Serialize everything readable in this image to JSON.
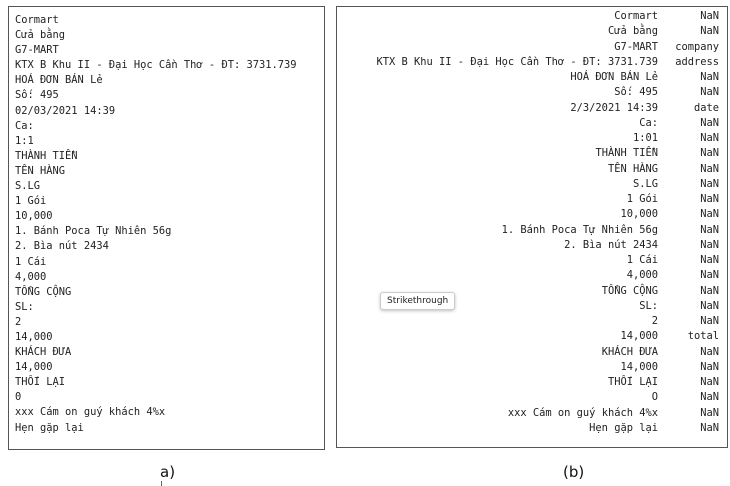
{
  "panel_a": {
    "lines": [
      "Cormart",
      "Cửa bằng",
      "G7-MART",
      "KTX B Khu II - Đại Học Cần Thơ - ĐT: 3731.739",
      "HOÁ ĐƠN BÁN Lẻ",
      "Số: 495",
      "02/03/2021 14:39",
      "Ca:",
      "1:1",
      "THÀNH TIỀN",
      "TÊN HÀNG",
      "S.LG",
      "1 Gói",
      "10,000",
      "1. Bánh Poca Tự Nhiên 56g",
      "2. Bìa nút 2434",
      "1 Cái",
      "4,000",
      "TỔNG CỘNG",
      "SL:",
      "2",
      "14,000",
      "KHÁCH ĐƯA",
      "14,000",
      "THỐI LẠI",
      "0",
      "xxx Cám on guý khách 4%x",
      "Hẹn gặp lại"
    ]
  },
  "panel_b": {
    "rows": [
      {
        "text": "Cormart",
        "label": "NaN"
      },
      {
        "text": "Cửa bằng",
        "label": "NaN"
      },
      {
        "text": "G7-MART",
        "label": "company"
      },
      {
        "text": "KTX B Khu II - Đại Học Cần Thơ - ĐT: 3731.739",
        "label": "address"
      },
      {
        "text": "HOÁ ĐƠN BÁN Lẻ",
        "label": "NaN"
      },
      {
        "text": "Số: 495",
        "label": "NaN"
      },
      {
        "text": "2/3/2021 14:39",
        "label": "date"
      },
      {
        "text": "Ca:",
        "label": "NaN"
      },
      {
        "text": "1:01",
        "label": "NaN"
      },
      {
        "text": "THÀNH TIỀN",
        "label": "NaN"
      },
      {
        "text": "TÊN HÀNG",
        "label": "NaN"
      },
      {
        "text": "S.LG",
        "label": "NaN"
      },
      {
        "text": "1 Gói",
        "label": "NaN"
      },
      {
        "text": "10,000",
        "label": "NaN"
      },
      {
        "text": "1. Bánh Poca Tự Nhiên 56g",
        "label": "NaN"
      },
      {
        "text": "2. Bìa nút 2434",
        "label": "NaN"
      },
      {
        "text": "1 Cái",
        "label": "NaN"
      },
      {
        "text": "4,000",
        "label": "NaN"
      },
      {
        "text": "TỔNG CỘNG",
        "label": "NaN"
      },
      {
        "text": "SL:",
        "label": "NaN"
      },
      {
        "text": "2",
        "label": "NaN"
      },
      {
        "text": "14,000",
        "label": "total"
      },
      {
        "text": "KHÁCH ĐƯA",
        "label": "NaN"
      },
      {
        "text": "14,000",
        "label": "NaN"
      },
      {
        "text": "THỐI LẠI",
        "label": "NaN"
      },
      {
        "text": "O",
        "label": "NaN"
      },
      {
        "text": "xxx Cám on guý khách 4%x",
        "label": "NaN"
      },
      {
        "text": "Hẹn gặp lại",
        "label": "NaN"
      }
    ]
  },
  "captions": {
    "a": "a)",
    "b": "(b)"
  },
  "tooltip": "Strikethrough"
}
